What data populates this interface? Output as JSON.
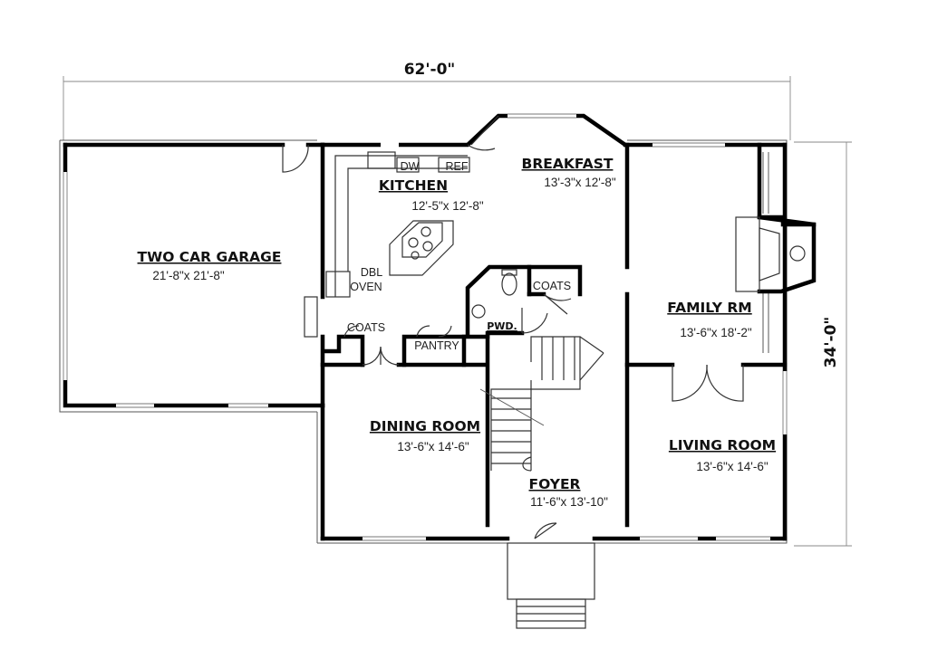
{
  "dimensions": {
    "width": "62'-0\"",
    "depth": "34'-0\""
  },
  "rooms": {
    "garage": {
      "name": "TWO CAR GARAGE",
      "size": "21'-8\"x 21'-8\""
    },
    "kitchen": {
      "name": "KITCHEN",
      "size": "12'-5\"x 12'-8\""
    },
    "breakfast": {
      "name": "BREAKFAST",
      "size": "13'-3\"x 12'-8\""
    },
    "family": {
      "name": "FAMILY RM",
      "size": "13'-6\"x 18'-2\""
    },
    "dining": {
      "name": "DINING ROOM",
      "size": "13'-6\"x 14'-6\""
    },
    "living": {
      "name": "LIVING ROOM",
      "size": "13'-6\"x 14'-6\""
    },
    "foyer": {
      "name": "FOYER",
      "size": "11'-6\"x 13'-10\""
    }
  },
  "labels": {
    "dw": "DW",
    "ref": "REF",
    "dbl": "DBL",
    "oven": "OVEN",
    "coats_left": "COATS",
    "coats_right": "COATS",
    "pantry": "PANTRY",
    "pwd": "PWD."
  }
}
